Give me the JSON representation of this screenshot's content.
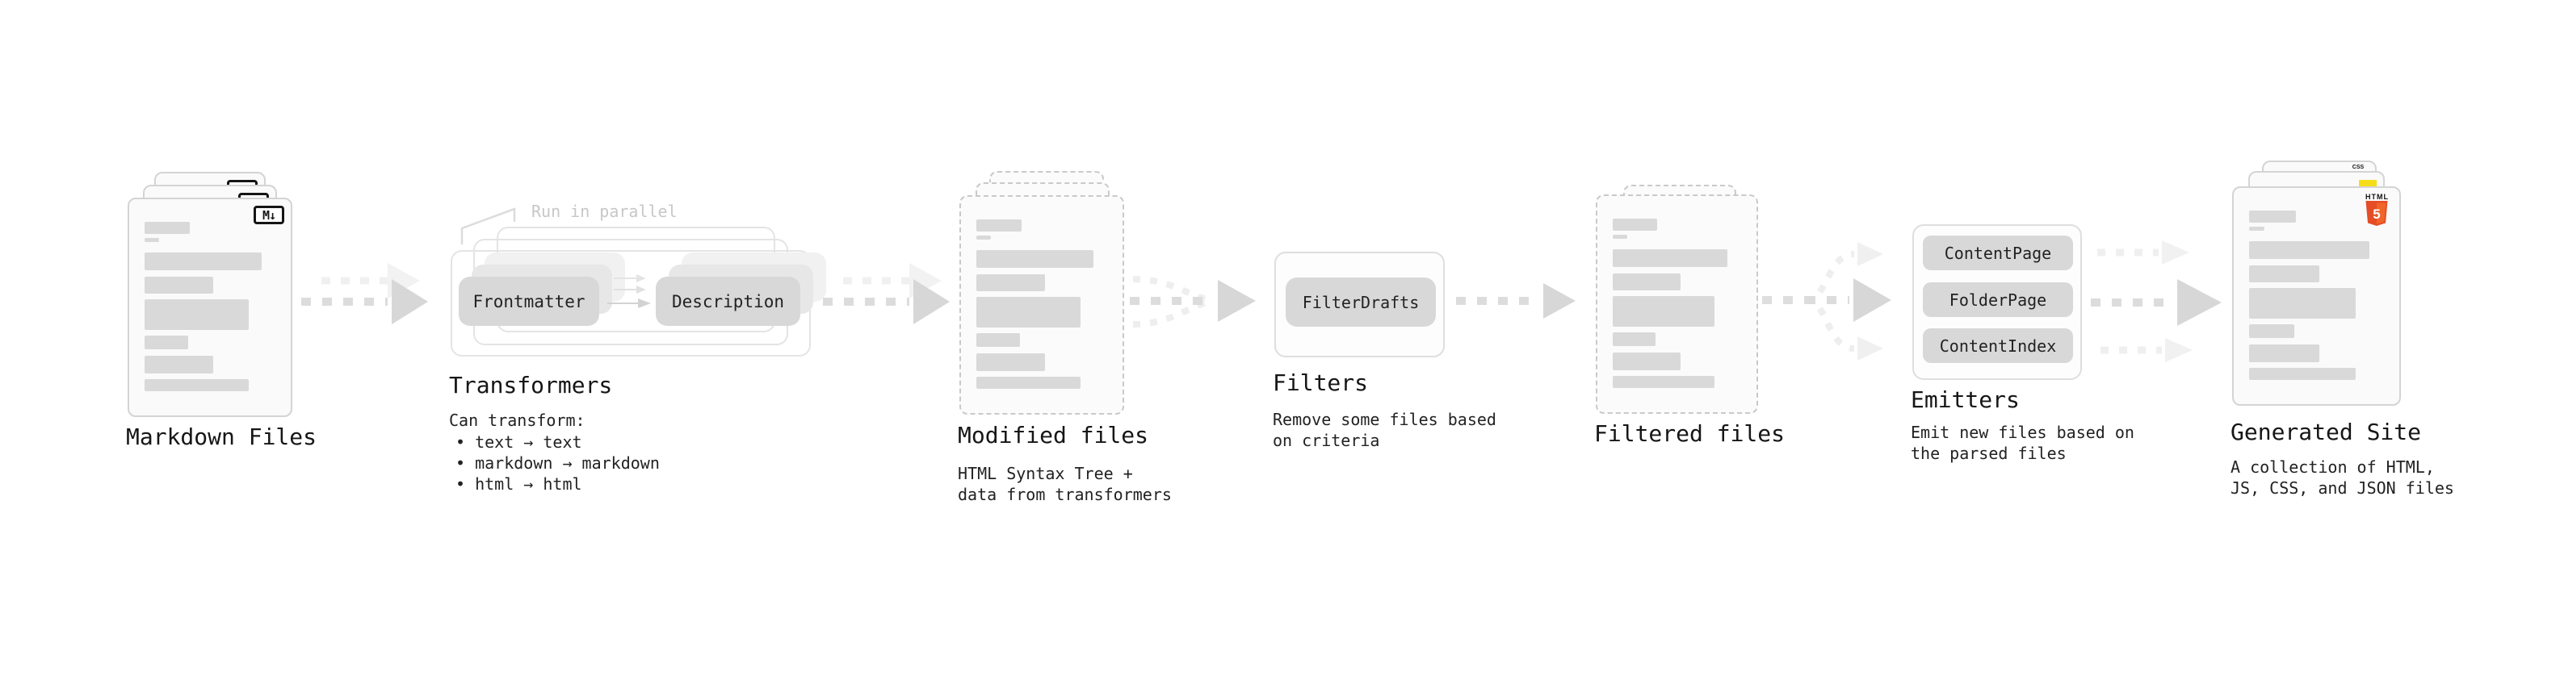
{
  "stages": {
    "markdown": {
      "title": "Markdown Files"
    },
    "transformers": {
      "title": "Transformers",
      "note": "Run in parallel",
      "pill_left": "Frontmatter",
      "pill_right": "Description",
      "desc": "Can transform:",
      "bullets": [
        "• text → text",
        "• markdown → markdown",
        "• html → html"
      ]
    },
    "modified": {
      "title": "Modified files",
      "desc": [
        "HTML Syntax Tree +",
        "data from transformers"
      ]
    },
    "filters": {
      "title": "Filters",
      "pill": "FilterDrafts",
      "desc": [
        "Remove some files based",
        "on criteria"
      ]
    },
    "filtered": {
      "title": "Filtered files"
    },
    "emitters": {
      "title": "Emitters",
      "pills": [
        "ContentPage",
        "FolderPage",
        "ContentIndex"
      ],
      "desc": [
        "Emit new files based on",
        "the parsed files"
      ]
    },
    "generated": {
      "title": "Generated Site",
      "desc": [
        "A collection of HTML,",
        "JS, CSS, and JSON files"
      ]
    }
  },
  "badges": {
    "markdown": "M↓",
    "html_label": "HTML",
    "html_number": "5",
    "css_label": "CSS"
  },
  "colors": {
    "html_orange": "#e44d26",
    "html_orange_light": "#f16529",
    "js_yellow": "#f5de19",
    "css_blue": "#1572b6",
    "badge_black": "#151515"
  }
}
